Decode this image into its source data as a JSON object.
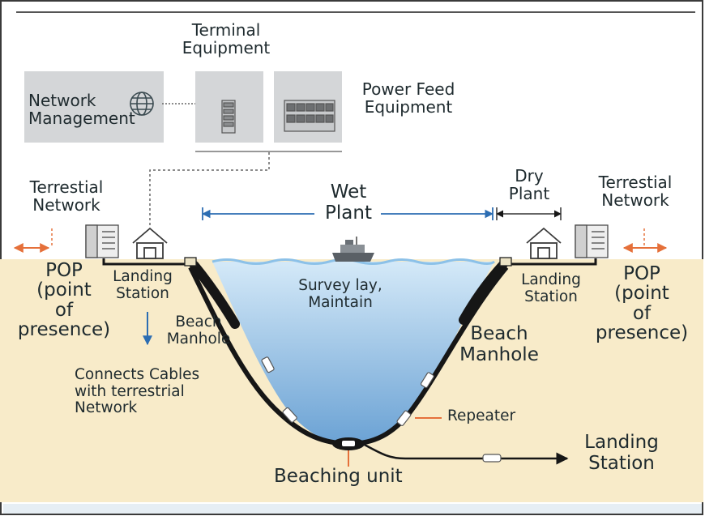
{
  "colors": {
    "sand": "#f8ebc9",
    "water_top": "#cfe6f7",
    "water_bottom": "#6fa5d6",
    "panel_gray": "#d4d6d8",
    "cable": "#161616",
    "arrow_blue": "#2c6db2",
    "arrow_orange": "#e5703a",
    "text": "#1e2a2e"
  },
  "top": {
    "terminal_equipment": [
      "Terminal",
      "Equipment"
    ],
    "network_management": [
      "Network",
      "Management"
    ],
    "power_feed_equipment": [
      "Power Feed",
      "Equipment"
    ]
  },
  "left": {
    "terrestrial_network": [
      "Terrestial",
      "Network"
    ],
    "pop": [
      "POP",
      "(point",
      "of",
      "presence)"
    ],
    "landing_station": [
      "Landing",
      "Station"
    ],
    "beach_manhole": [
      "Beach",
      "Manhole"
    ],
    "connects": [
      "Connects Cables",
      "with terrestrial",
      "Network"
    ]
  },
  "center": {
    "wet_plant": [
      "Wet",
      "Plant"
    ],
    "survey": [
      "Survey lay,",
      "Maintain"
    ],
    "beaching_unit": "Beaching unit",
    "repeater": "Repeater"
  },
  "right": {
    "dry_plant": [
      "Dry",
      "Plant"
    ],
    "terrestrial_network": [
      "Terrestial",
      "Network"
    ],
    "landing_station": [
      "Landing",
      "Station"
    ],
    "pop": [
      "POP",
      "(point",
      "of",
      "presence)"
    ],
    "beach_manhole": [
      "Beach",
      "Manhole"
    ],
    "landing_station_bottom": [
      "Landing",
      "Station"
    ]
  },
  "icons": {
    "globe": "globe-icon",
    "server_rack": "server-rack-icon",
    "power_cabinet": "power-cabinet-icon",
    "building": "building-icon",
    "landing_house": "landing-station-house-icon",
    "ship": "ship-icon",
    "repeater": "repeater-icon"
  }
}
